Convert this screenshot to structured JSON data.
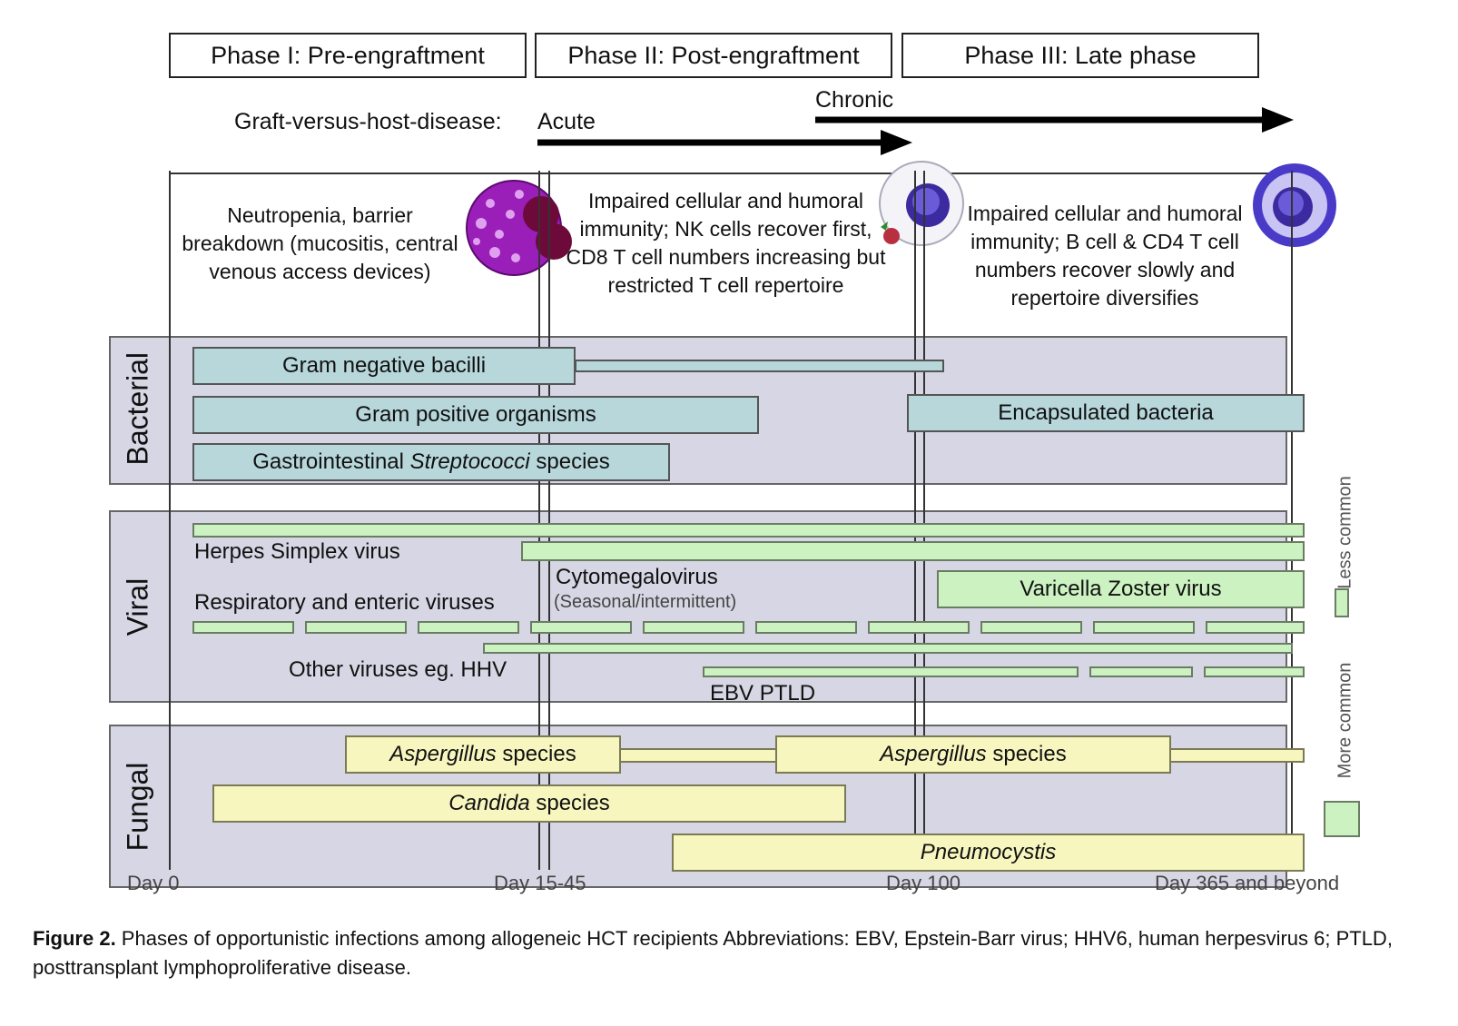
{
  "phases": [
    {
      "label": "Phase I: Pre-engraftment"
    },
    {
      "label": "Phase II: Post-engraftment"
    },
    {
      "label": "Phase III: Late phase"
    }
  ],
  "gvhd": {
    "label": "Graft-versus-host-disease:",
    "acute": "Acute",
    "chronic": "Chronic"
  },
  "descriptions": {
    "phase1": "Neutropenia, barrier breakdown (mucositis, central venous access devices)",
    "phase2": "Impaired cellular and humoral immunity; NK cells recover first, CD8 T cell numbers increasing but restricted T cell repertoire",
    "phase3": "Impaired cellular and humoral immunity; B cell & CD4 T cell numbers recover slowly and repertoire diversifies"
  },
  "bands": {
    "bacterial": "Bacterial",
    "viral": "Viral",
    "fungal": "Fungal"
  },
  "bacterial": {
    "gram_negative": "Gram negative bacilli",
    "gram_positive": "Gram positive organisms",
    "gi_strep_prefix": "Gastrointestinal ",
    "gi_strep_italic": "Streptococci",
    "gi_strep_suffix": " species",
    "encapsulated": "Encapsulated bacteria"
  },
  "viral": {
    "hsv": "Herpes Simplex virus",
    "cmv": "Cytomegalovirus",
    "respiratory": "Respiratory and enteric viruses",
    "seasonal": "(Seasonal/intermittent)",
    "vzv": "Varicella Zoster virus",
    "other": "Other viruses eg. HHV",
    "ebv": "EBV PTLD"
  },
  "fungal": {
    "aspergillus_italic": "Aspergillus",
    "aspergillus_suffix": " species",
    "candida_italic": "Candida",
    "candida_suffix": " species",
    "pneumocystis": "Pneumocystis"
  },
  "legend": {
    "less": "Less common",
    "more": "More common"
  },
  "x_ticks": {
    "day0": "Day 0",
    "day15": "Day 15-45",
    "day100": "Day 100",
    "day365": "Day 365 and beyond"
  },
  "caption": {
    "label": "Figure 2.",
    "text": " Phases of opportunistic infections among allogeneic HCT recipients Abbreviations: EBV, Epstein-Barr virus; HHV6, human herpesvirus 6; PTLD, posttransplant lymphoproliferative disease."
  },
  "colors": {
    "bacterial_bar": "#b7d7db",
    "viral_bar": "#ccf2c2",
    "fungal_bar": "#f8f6bf",
    "band_bg": "#d6d6e4"
  }
}
